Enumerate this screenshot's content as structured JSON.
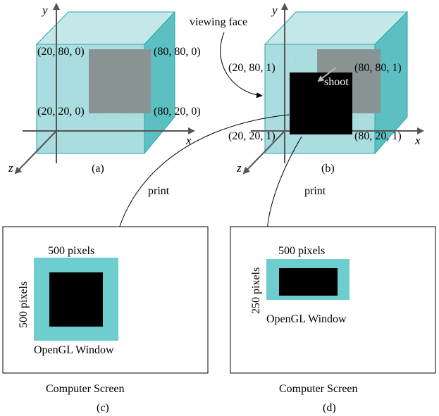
{
  "panel_a": {
    "axis_x": "x",
    "axis_y": "y",
    "axis_z": "z",
    "corner_tl": "(20, 80, 0)",
    "corner_tr": "(80, 80, 0)",
    "corner_bl": "(20, 20, 0)",
    "corner_br": "(80, 20, 0)",
    "caption": "(a)"
  },
  "panel_b": {
    "axis_x": "x",
    "axis_y": "y",
    "axis_z": "z",
    "viewing_face": "viewing face",
    "shoot": "shoot",
    "corner_tl": "(20, 80, 1)",
    "corner_tr": "(80, 80, 1)",
    "corner_bl": "(20, 20, 1)",
    "corner_br": "(80, 20, 1)",
    "caption": "(b)"
  },
  "arrows": {
    "print_left": "print",
    "print_right": "print"
  },
  "panel_c": {
    "width_label": "500 pixels",
    "height_label": "500 pixels",
    "window_label": "OpenGL Window",
    "screen_label": "Computer Screen",
    "caption": "(c)"
  },
  "panel_d": {
    "width_label": "500 pixels",
    "height_label": "250 pixels",
    "window_label": "OpenGL Window",
    "screen_label": "Computer Screen",
    "caption": "(d)"
  },
  "colors": {
    "cube_front": "#a3dadc",
    "cube_right": "#5cc0c2",
    "cube_top": "#c4e8ea",
    "edge": "#2aa6a9",
    "inner_square": "#8a9393",
    "black_square": "#000000",
    "window_fill": "#6ecdcf",
    "axis": "#555555"
  }
}
